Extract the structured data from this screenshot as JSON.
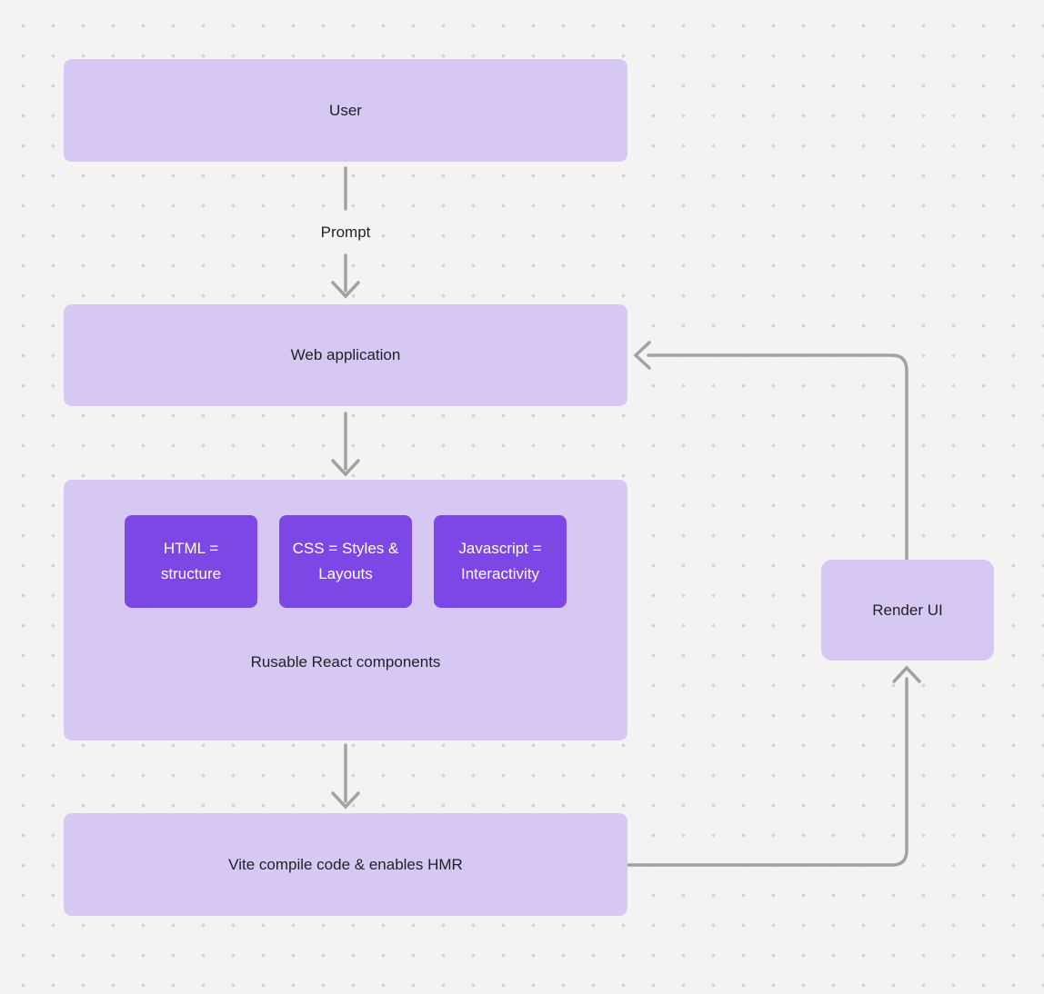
{
  "nodes": {
    "user": "User",
    "web_application": "Web application",
    "html": "HTML = structure",
    "css": "CSS = Styles & Layouts",
    "javascript": "Javascript = Interactivity",
    "group_caption": "Rusable React components",
    "vite": "Vite compile code & enables HMR",
    "render_ui": "Render UI"
  },
  "edges": {
    "prompt": "Prompt"
  },
  "colors": {
    "canvas_bg": "#f4f3f1",
    "canvas_dot": "#d5d3cf",
    "node_light": "#d6c8f2",
    "node_dark": "#7d47e5",
    "arrow": "#a2a2a2",
    "text_dark": "#1f1f28",
    "text_light": "#ffffff"
  }
}
